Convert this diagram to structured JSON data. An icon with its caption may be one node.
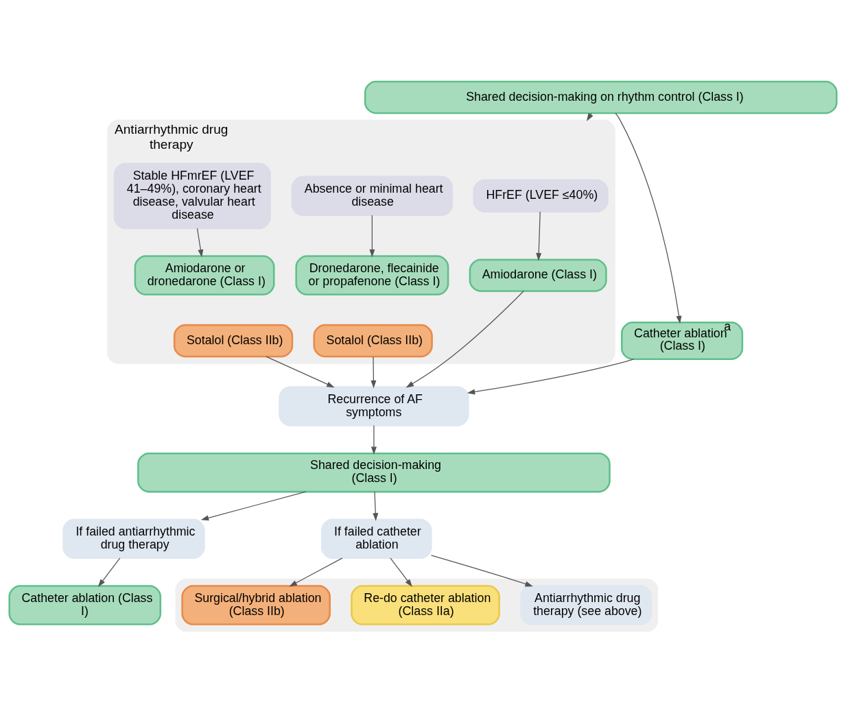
{
  "diagram": {
    "nodes": [
      {
        "text": [
          "Shared decision-making on rhythm control (Class I)"
        ]
      },
      {
        "text": [
          "Antiarrhythmic drug therapy"
        ]
      },
      {
        "text": [
          "HFrEF (LVEF ≤40%)"
        ],
        "in": 1
      },
      {
        "text": [
          "Stable HFmrEF (LVEF 41–49%), coronary heart disease, valvular heart disease"
        ],
        "in": 1
      },
      {
        "text": [
          "Absence or minimal heart disease"
        ],
        "in": 1
      },
      {
        "text": [
          "Amiodarone (Class I)"
        ],
        "in": 1
      },
      {
        "text": [
          "Amiodarone or dronedarone (Class I)"
        ],
        "in": 1
      },
      {
        "text": [
          "Dronedarone, flecainide or propafenone (Class I)"
        ],
        "in": 1
      },
      {
        "text": [
          "Sotalol (Class IIb)"
        ],
        "in": 1
      },
      {
        "text": [
          "Sotalol (Class IIb)"
        ],
        "in": 1
      },
      {
        "text": [
          "Catheter ablation$^{a}$ (Class I)"
        ]
      },
      {
        "text": [
          "Recurrence of AF symptoms"
        ]
      },
      {
        "text": [
          "Shared decision-making (Class I)"
        ]
      },
      {
        "text": [
          "If failed antiarrhythmic drug therapy"
        ]
      },
      {
        "text": [
          "If failed catheter ablation"
        ]
      },
      {
        "text": [
          "Catheter ablation (Class I)"
        ]
      },
      {
        "text": [],
        "shape": "box"
      },
      {
        "text": [
          "Re-do catheter ablation (Class IIa)"
        ],
        "in": 16
      },
      {
        "text": [
          "Surgical/hybrid ablation (Class IIb)"
        ],
        "in": 16
      },
      {
        "text": [
          "Antiarrhythmic drug therapy (see above)"
        ],
        "in": 16
      }
    ],
    "edges": [
      {
        "from": 0,
        "to": 1,
        "arrow": "to"
      },
      {
        "from": 0,
        "to": 10,
        "arrow": "to"
      },
      {
        "from": 2,
        "to": 5,
        "arrow": "to"
      },
      {
        "from": 3,
        "to": 6,
        "arrow": "to"
      },
      {
        "from": 4,
        "to": 7,
        "arrow": "to"
      },
      {
        "from": 5,
        "to": 11,
        "arrow": "to"
      },
      {
        "from": 8,
        "to": 11,
        "arrow": "to"
      },
      {
        "from": 9,
        "to": 11,
        "arrow": "to"
      },
      {
        "from": 10,
        "to": 11,
        "arrow": "to"
      },
      {
        "from": 11,
        "to": 12,
        "arrow": "to"
      },
      {
        "from": 12,
        "to": 13,
        "arrow": "to"
      },
      {
        "from": 12,
        "to": 14,
        "arrow": "to"
      },
      {
        "from": 13,
        "to": 15,
        "arrow": "to"
      },
      {
        "from": 14,
        "to": 17,
        "arrow": "to"
      },
      {
        "from": 14,
        "to": 18,
        "arrow": "to"
      },
      {
        "from": 14,
        "to": 19,
        "arrow": "to"
      }
    ]
  }
}
